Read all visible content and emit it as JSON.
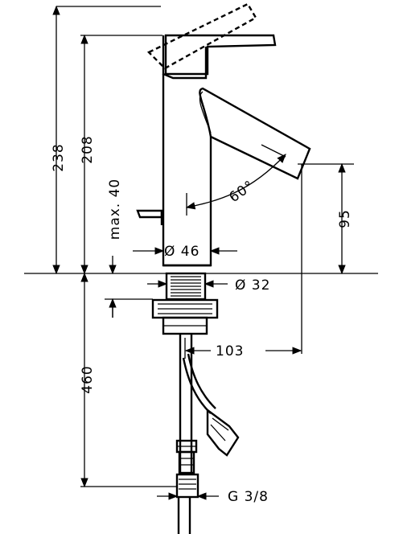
{
  "dimensions": {
    "total_height": "238",
    "spout_height": "208",
    "pop_up_max": "max. 40",
    "spout_outlet_height": "95",
    "body_diameter": "Ø 46",
    "shank_diameter": "Ø 32",
    "spout_reach": "103",
    "hose_length": "460",
    "connection_thread": "G 3/8",
    "swivel_angle": "60°"
  }
}
